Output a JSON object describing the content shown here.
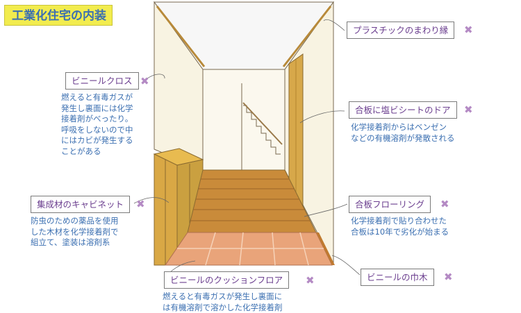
{
  "title": "工業化住宅の内装",
  "colors": {
    "label_text": "#6a3d8e",
    "desc_text": "#3b6fb1",
    "title_bg": "#f2ec4e",
    "x_mark": "#b48ac4"
  },
  "x_mark_symbol": "✖",
  "labels": [
    {
      "id": "plastic-trim",
      "name": "プラスチックのまわり縁",
      "desc": []
    },
    {
      "id": "vinyl-cloth",
      "name": "ビニールクロス",
      "desc": [
        "燃えると有毒ガスが",
        "発生し裏面には化学",
        "接着剤がべったり。",
        "呼吸をしないので中",
        "にはカビが発生する",
        "ことがある"
      ]
    },
    {
      "id": "pvc-door",
      "name": "合板に塩ビシートのドア",
      "desc": [
        "化学接着剤からはベンゼン",
        "などの有機溶剤が発散される"
      ]
    },
    {
      "id": "laminated-cabinet",
      "name": "集成材のキャビネット",
      "desc": [
        "防虫のための薬品を使用",
        "した木材を化学接着剤で",
        "組立て、塗装は溶剤系"
      ]
    },
    {
      "id": "plywood-flooring",
      "name": "合板フローリング",
      "desc": [
        "化学接着剤で貼り合わせた",
        "合板は10年で劣化が始まる"
      ]
    },
    {
      "id": "vinyl-baseboard",
      "name": "ビニールの巾木",
      "desc": []
    },
    {
      "id": "cushion-floor",
      "name": "ビニールのクッションフロア",
      "desc": [
        "燃えると有毒ガスが発生し裏面に",
        "は有機溶剤で溶かした化学接着剤"
      ]
    }
  ]
}
